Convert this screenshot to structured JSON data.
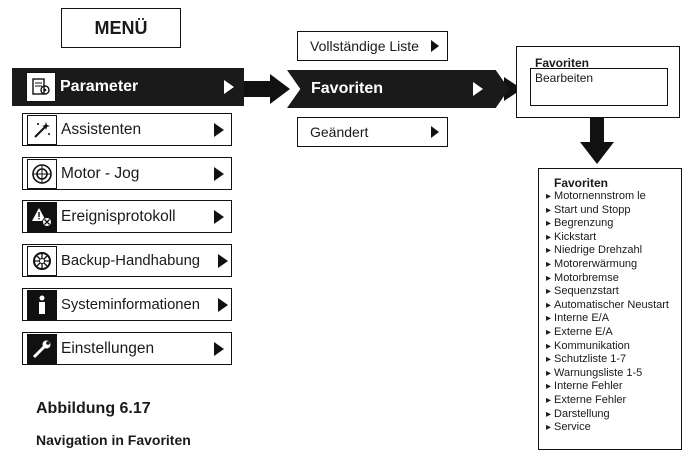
{
  "menu": {
    "title": "MENÜ",
    "items": [
      {
        "label": "Parameter",
        "icon": "parameter-icon",
        "selected": true
      },
      {
        "label": "Assistenten",
        "icon": "wizard-icon",
        "selected": false
      },
      {
        "label": "Motor - Jog",
        "icon": "motor-jog-icon",
        "selected": false
      },
      {
        "label": "Ereignisprotokoll",
        "icon": "event-log-icon",
        "selected": false
      },
      {
        "label": "Backup-Handhabung",
        "icon": "backup-icon",
        "selected": false
      },
      {
        "label": "Systeminformationen",
        "icon": "info-icon",
        "selected": false
      },
      {
        "label": "Einstellungen",
        "icon": "settings-icon",
        "selected": false
      }
    ]
  },
  "submenu": {
    "items": [
      {
        "label": "Vollständige Liste",
        "selected": false
      },
      {
        "label": "Favoriten",
        "selected": true
      },
      {
        "label": "Geändert",
        "selected": false
      }
    ]
  },
  "favorites_screen": {
    "title": "Favoriten",
    "item": "Bearbeiten"
  },
  "favorites_list": {
    "title": "Favoriten",
    "items": [
      "Motornennstrom le",
      "Start und Stopp",
      "Begrenzung",
      "Kickstart",
      "Niedrige Drehzahl",
      "Motorerwärmung",
      "Motorbremse",
      "Sequenzstart",
      "Automatischer Neustart",
      "Interne E/A",
      "Externe E/A",
      "Kommunikation",
      "Schutzliste 1-7",
      "Warnungsliste 1-5",
      "Interne Fehler",
      "Externe Fehler",
      "Darstellung",
      "Service"
    ]
  },
  "caption": {
    "title": "Abbildung 6.17",
    "subtitle": "Navigation in Favoriten"
  }
}
